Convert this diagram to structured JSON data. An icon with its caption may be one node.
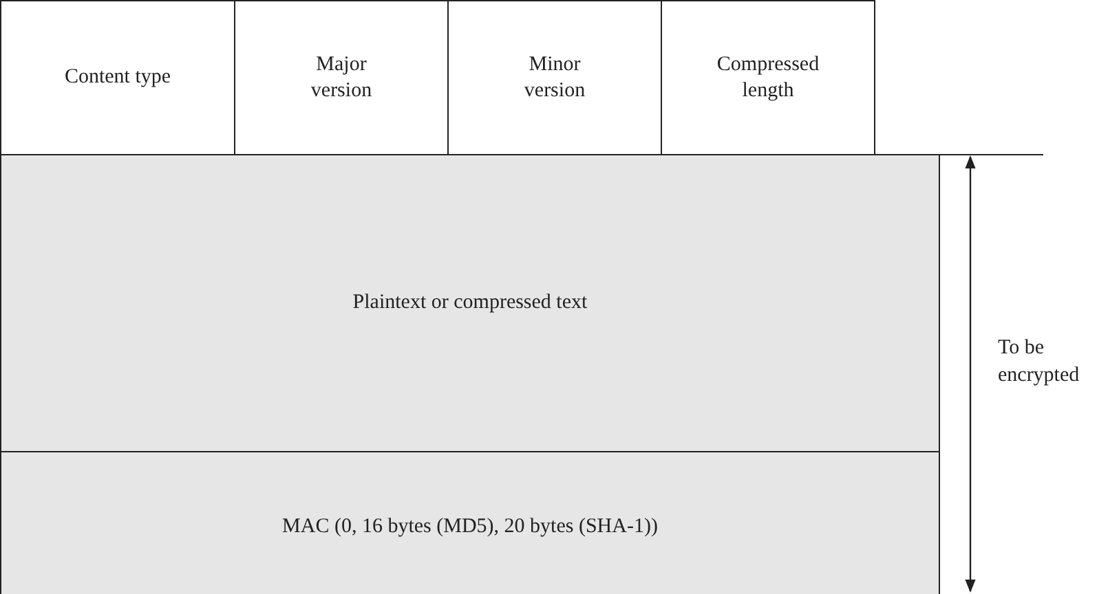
{
  "diagram": {
    "nodes": [
      {
        "text": [
          "Content type"
        ]
      },
      {
        "text": [
          "Major version"
        ]
      },
      {
        "text": [
          "Minor version"
        ]
      },
      {
        "text": [
          "Compressed length"
        ]
      },
      {
        "text": [
          "Plaintext or compressed text"
        ]
      },
      {
        "text": [
          "MAC (0, 16 bytes (MD5), 20 bytes (SHA-1))"
        ]
      }
    ],
    "edges": [],
    "labels": [
      "To be encrypted"
    ]
  }
}
